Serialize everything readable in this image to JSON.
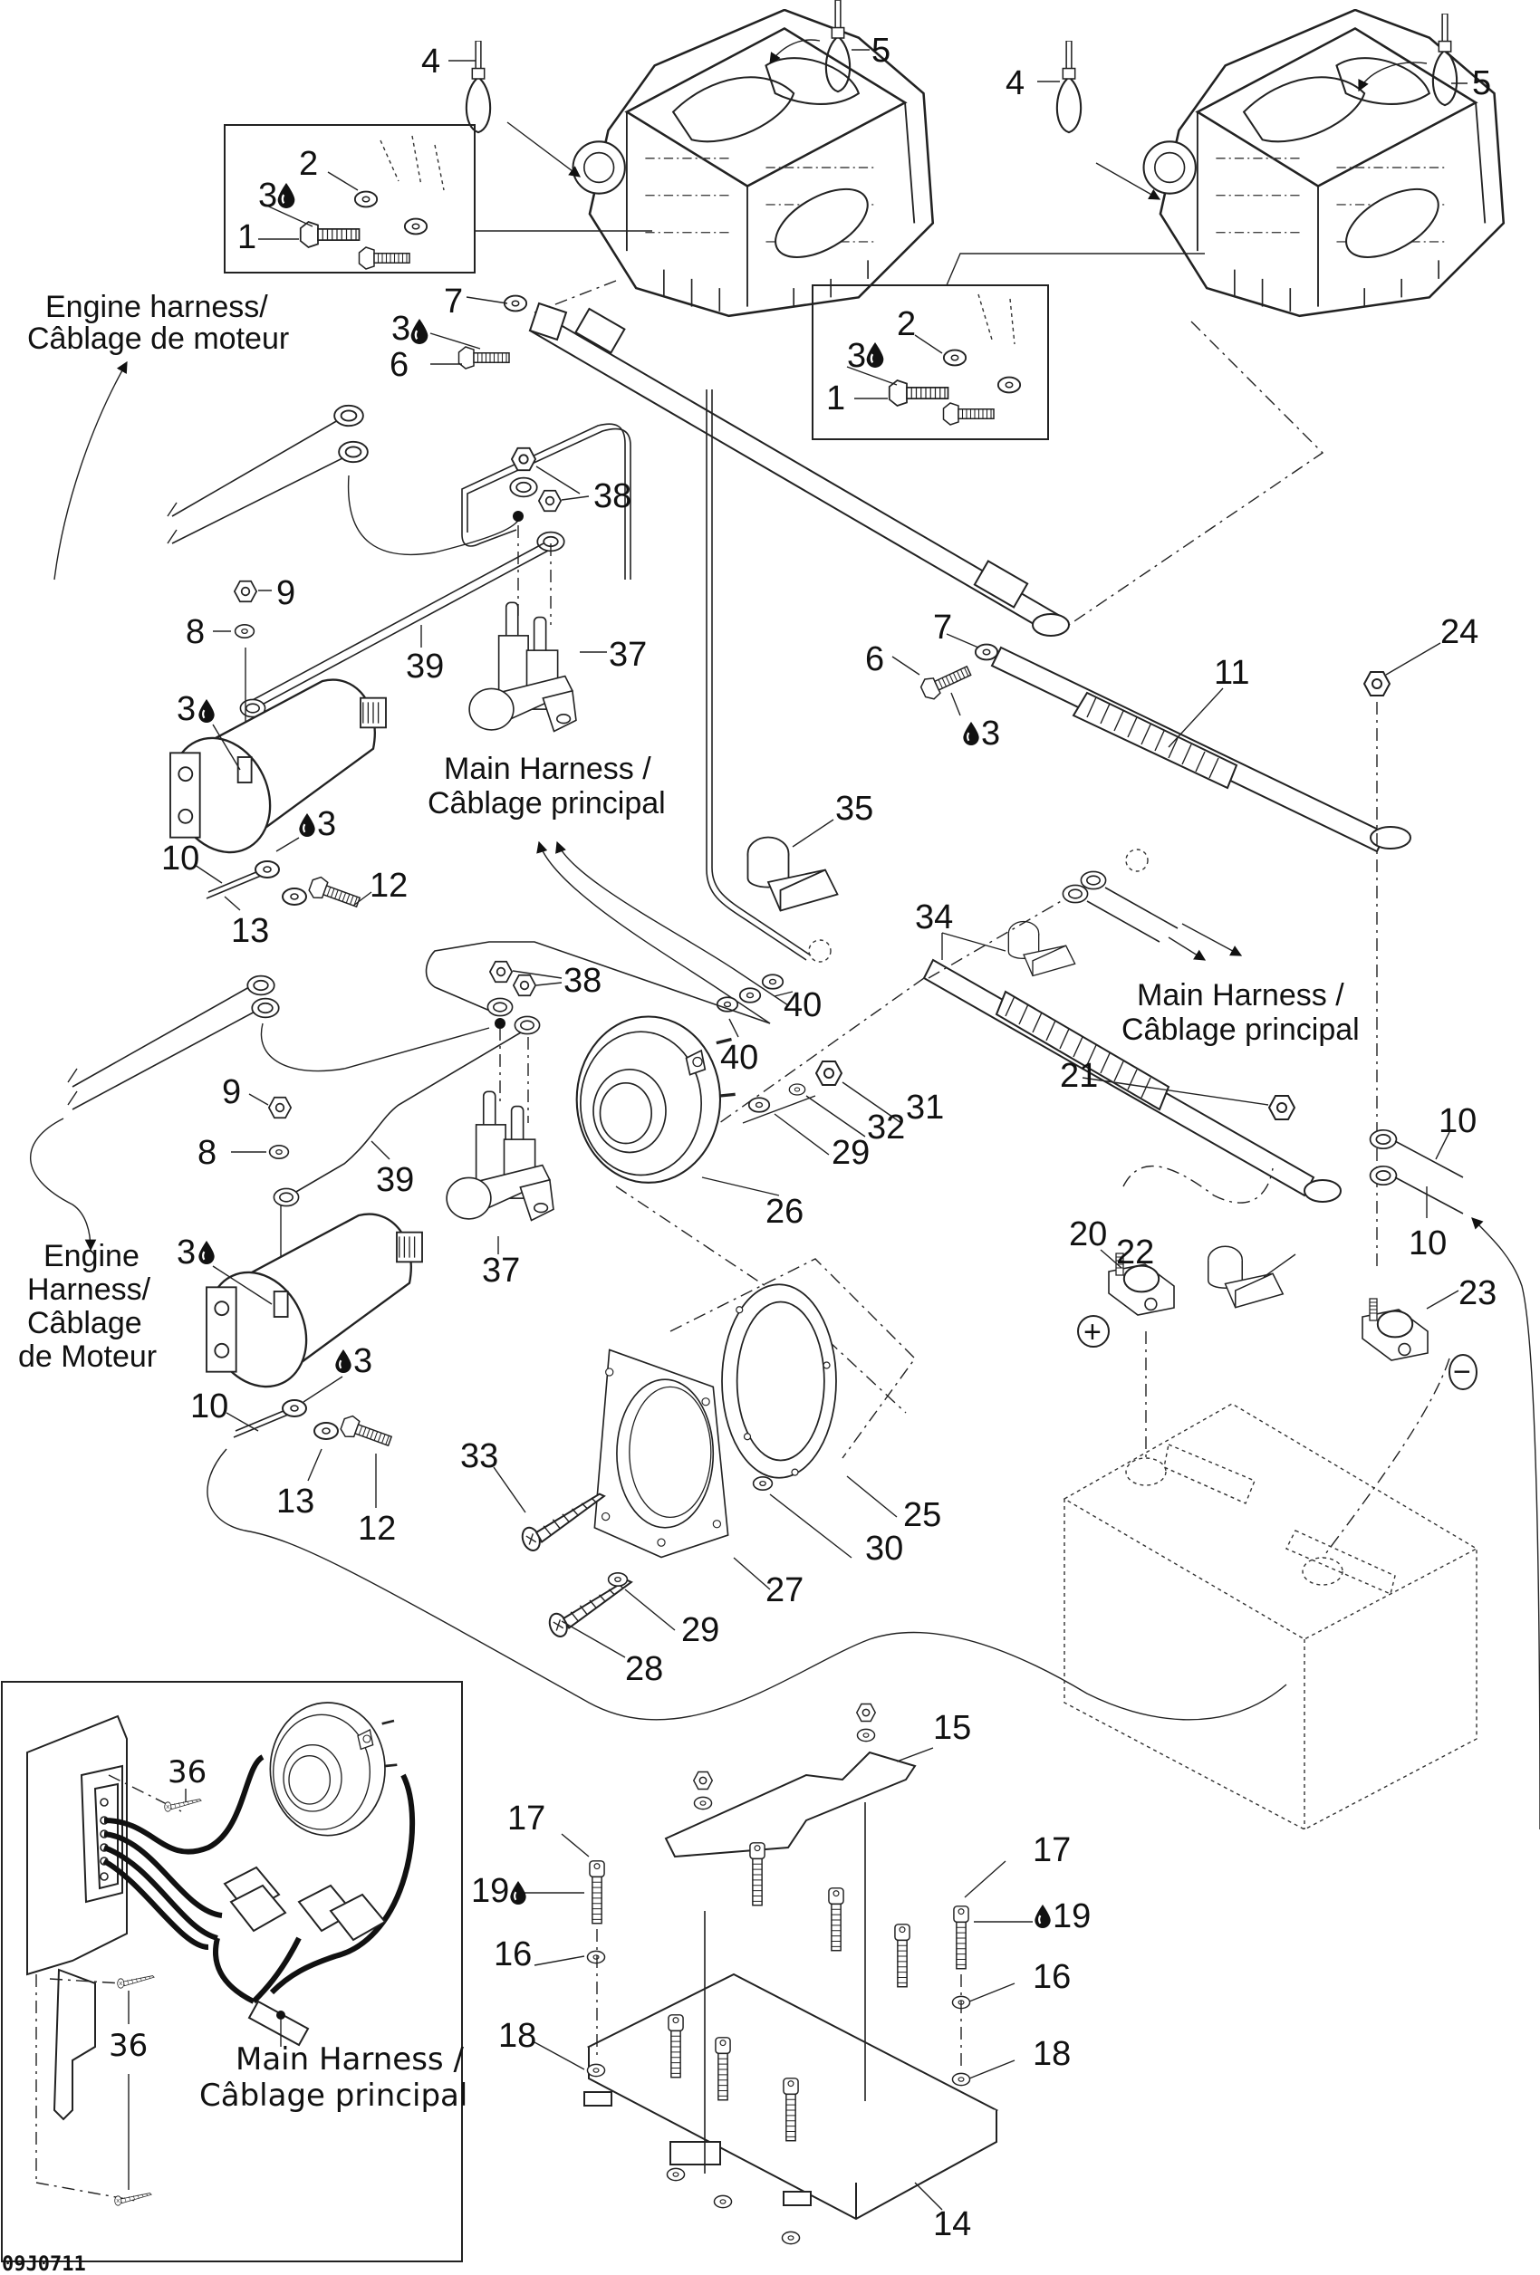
{
  "figure_id": "09J0711",
  "harness_labels": {
    "engine_harness_top_line1": "Engine harness/",
    "engine_harness_top_line2": "Câblage de moteur",
    "engine_harness_bottom_line1": "Engine",
    "engine_harness_bottom_line2": "Harness/",
    "engine_harness_bottom_line3": "Câblage",
    "engine_harness_bottom_line4": "de Moteur",
    "main_harness_center_line1": "Main Harness /",
    "main_harness_center_line2": "Câblage principal",
    "main_harness_right_line1": "Main Harness /",
    "main_harness_right_line2": "Câblage principal",
    "main_harness_inset_line1": "Main Harness /",
    "main_harness_inset_line2": "Câblage principal"
  },
  "terminal_symbols": {
    "positive": "+",
    "negative": "−"
  },
  "callouts": {
    "c4a": "4",
    "c5a": "5",
    "c4b": "4",
    "c5b": "5",
    "c2a": "2",
    "c3a": "3",
    "c1a": "1",
    "c7a": "7",
    "c3b": "3",
    "c6a": "6",
    "c2b": "2",
    "c3c": "3",
    "c1b": "1",
    "c38a": "38",
    "c9a": "9",
    "c8a": "8",
    "c39a": "39",
    "c37a": "37",
    "c3d": "3",
    "c7b": "7",
    "c6b": "6",
    "c11": "11",
    "c24": "24",
    "c3e": "3",
    "c35": "35",
    "c3f": "3",
    "c10a": "10",
    "c12a": "12",
    "c13a": "13",
    "c34": "34",
    "c38b": "38",
    "c40a": "40",
    "c40b": "40",
    "c21": "21",
    "c10b": "10",
    "c9b": "9",
    "c31": "31",
    "c32": "32",
    "c8b": "8",
    "c29a": "29",
    "c39b": "39",
    "c26": "26",
    "c37b": "37",
    "c10c": "10",
    "c20": "20",
    "c22": "22",
    "c3g": "3",
    "c23": "23",
    "c10d": "10",
    "c3h": "3",
    "c25": "25",
    "c33": "33",
    "c30": "30",
    "c13b": "13",
    "c12b": "12",
    "c27": "27",
    "c29b": "29",
    "c28": "28",
    "c15": "15",
    "c17a": "17",
    "c17b": "17",
    "c19a": "19",
    "c19b": "19",
    "c16a": "16",
    "c16b": "16",
    "c18a": "18",
    "c18b": "18",
    "c14": "14",
    "c36a": "36",
    "c36b": "36"
  },
  "parts": [
    {
      "ref": "1",
      "name": "screw"
    },
    {
      "ref": "2",
      "name": "washer"
    },
    {
      "ref": "3",
      "name": "thread-locker (drop symbol)"
    },
    {
      "ref": "4",
      "name": "cable tie"
    },
    {
      "ref": "5",
      "name": "cable tie"
    },
    {
      "ref": "6",
      "name": "screw"
    },
    {
      "ref": "7",
      "name": "washer"
    },
    {
      "ref": "8",
      "name": "washer"
    },
    {
      "ref": "9",
      "name": "nut"
    },
    {
      "ref": "10",
      "name": "wire lead"
    },
    {
      "ref": "11",
      "name": "battery cable"
    },
    {
      "ref": "12",
      "name": "screw"
    },
    {
      "ref": "13",
      "name": "washer"
    },
    {
      "ref": "14",
      "name": "battery tray"
    },
    {
      "ref": "15",
      "name": "battery strap"
    },
    {
      "ref": "16",
      "name": "washer"
    },
    {
      "ref": "17",
      "name": "screw"
    },
    {
      "ref": "18",
      "name": "washer"
    },
    {
      "ref": "19",
      "name": "thread-locker (drop symbol)"
    },
    {
      "ref": "20",
      "name": "positive terminal clamp"
    },
    {
      "ref": "21",
      "name": "nut"
    },
    {
      "ref": "22",
      "name": "terminal cover"
    },
    {
      "ref": "23",
      "name": "negative terminal clamp"
    },
    {
      "ref": "24",
      "name": "nut"
    },
    {
      "ref": "25",
      "name": "gasket"
    },
    {
      "ref": "26",
      "name": "horn / actuator"
    },
    {
      "ref": "27",
      "name": "mounting flange"
    },
    {
      "ref": "28",
      "name": "screw"
    },
    {
      "ref": "29",
      "name": "washer"
    },
    {
      "ref": "30",
      "name": "spacer"
    },
    {
      "ref": "31",
      "name": "nut"
    },
    {
      "ref": "32",
      "name": "lock washer"
    },
    {
      "ref": "33",
      "name": "screw"
    },
    {
      "ref": "34",
      "name": "battery cable with boot"
    },
    {
      "ref": "35",
      "name": "terminal cover"
    },
    {
      "ref": "36",
      "name": "screw"
    },
    {
      "ref": "37",
      "name": "starter solenoid"
    },
    {
      "ref": "38",
      "name": "nut"
    },
    {
      "ref": "39",
      "name": "starter cable"
    },
    {
      "ref": "40",
      "name": "washer"
    }
  ]
}
